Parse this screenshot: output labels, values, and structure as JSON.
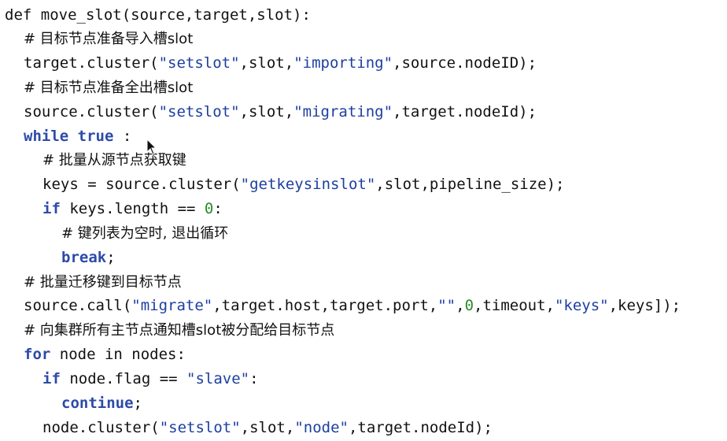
{
  "code": {
    "lines": [
      {
        "indent": 0,
        "tokens": [
          {
            "t": "plain",
            "v": "def move_slot(source,target,slot):"
          }
        ]
      },
      {
        "indent": 1,
        "tokens": [
          {
            "t": "comment",
            "v": "# 目标节点准备导入槽slot"
          }
        ]
      },
      {
        "indent": 1,
        "tokens": [
          {
            "t": "plain",
            "v": "target.cluster("
          },
          {
            "t": "str",
            "v": "\"setslot\""
          },
          {
            "t": "plain",
            "v": ",slot,"
          },
          {
            "t": "str",
            "v": "\"importing\""
          },
          {
            "t": "plain",
            "v": ",source.nodeID);"
          }
        ]
      },
      {
        "indent": 1,
        "tokens": [
          {
            "t": "comment",
            "v": "# 目标节点准备全出槽slot"
          }
        ]
      },
      {
        "indent": 1,
        "tokens": [
          {
            "t": "plain",
            "v": "source.cluster("
          },
          {
            "t": "str",
            "v": "\"setslot\""
          },
          {
            "t": "plain",
            "v": ",slot,"
          },
          {
            "t": "str",
            "v": "\"migrating\""
          },
          {
            "t": "plain",
            "v": ",target.nodeId);"
          }
        ]
      },
      {
        "indent": 1,
        "tokens": [
          {
            "t": "kw",
            "v": "while"
          },
          {
            "t": "plain",
            "v": " "
          },
          {
            "t": "kw",
            "v": "true"
          },
          {
            "t": "plain",
            "v": " :"
          }
        ]
      },
      {
        "indent": 2,
        "tokens": [
          {
            "t": "comment",
            "v": "# 批量从源节点获取键"
          }
        ]
      },
      {
        "indent": 2,
        "tokens": [
          {
            "t": "plain",
            "v": "keys = source.cluster("
          },
          {
            "t": "str",
            "v": "\"getkeysinslot\""
          },
          {
            "t": "plain",
            "v": ",slot,pipeline_size);"
          }
        ]
      },
      {
        "indent": 2,
        "tokens": [
          {
            "t": "kw",
            "v": "if"
          },
          {
            "t": "plain",
            "v": " keys.length == "
          },
          {
            "t": "num",
            "v": "0"
          },
          {
            "t": "plain",
            "v": ":"
          }
        ]
      },
      {
        "indent": 3,
        "tokens": [
          {
            "t": "comment",
            "v": "# 键列表为空时, 退出循环"
          }
        ]
      },
      {
        "indent": 3,
        "tokens": [
          {
            "t": "kw",
            "v": "break"
          },
          {
            "t": "plain",
            "v": ";"
          }
        ]
      },
      {
        "indent": 1,
        "tokens": [
          {
            "t": "comment",
            "v": "# 批量迁移键到目标节点"
          }
        ]
      },
      {
        "indent": 1,
        "tokens": [
          {
            "t": "plain",
            "v": "source.call("
          },
          {
            "t": "str",
            "v": "\"migrate\""
          },
          {
            "t": "plain",
            "v": ",target.host,target.port,"
          },
          {
            "t": "str",
            "v": "\"\""
          },
          {
            "t": "plain",
            "v": ","
          },
          {
            "t": "num",
            "v": "0"
          },
          {
            "t": "plain",
            "v": ",timeout,"
          },
          {
            "t": "str",
            "v": "\"keys\""
          },
          {
            "t": "plain",
            "v": ",keys]);"
          }
        ]
      },
      {
        "indent": 1,
        "tokens": [
          {
            "t": "comment",
            "v": "# 向集群所有主节点通知槽slot被分配给目标节点"
          }
        ]
      },
      {
        "indent": 1,
        "tokens": [
          {
            "t": "kw",
            "v": "for"
          },
          {
            "t": "plain",
            "v": " node in nodes:"
          }
        ]
      },
      {
        "indent": 2,
        "tokens": [
          {
            "t": "kw",
            "v": "if"
          },
          {
            "t": "plain",
            "v": " node.flag == "
          },
          {
            "t": "str",
            "v": "\"slave\""
          },
          {
            "t": "plain",
            "v": ":"
          }
        ]
      },
      {
        "indent": 3,
        "tokens": [
          {
            "t": "kw",
            "v": "continue"
          },
          {
            "t": "plain",
            "v": ";"
          }
        ]
      },
      {
        "indent": 2,
        "tokens": [
          {
            "t": "plain",
            "v": "node.cluster("
          },
          {
            "t": "str",
            "v": "\"setslot\""
          },
          {
            "t": "plain",
            "v": ",slot,"
          },
          {
            "t": "str",
            "v": "\"node\""
          },
          {
            "t": "plain",
            "v": ",target.nodeId);"
          }
        ]
      }
    ]
  },
  "colors": {
    "keyword": "#2c4ba8",
    "string": "#1c3fa0",
    "number": "#2a8a2a",
    "text": "#111111",
    "background": "#ffffff"
  },
  "icons": {
    "cursor": "mouse-pointer-icon"
  }
}
